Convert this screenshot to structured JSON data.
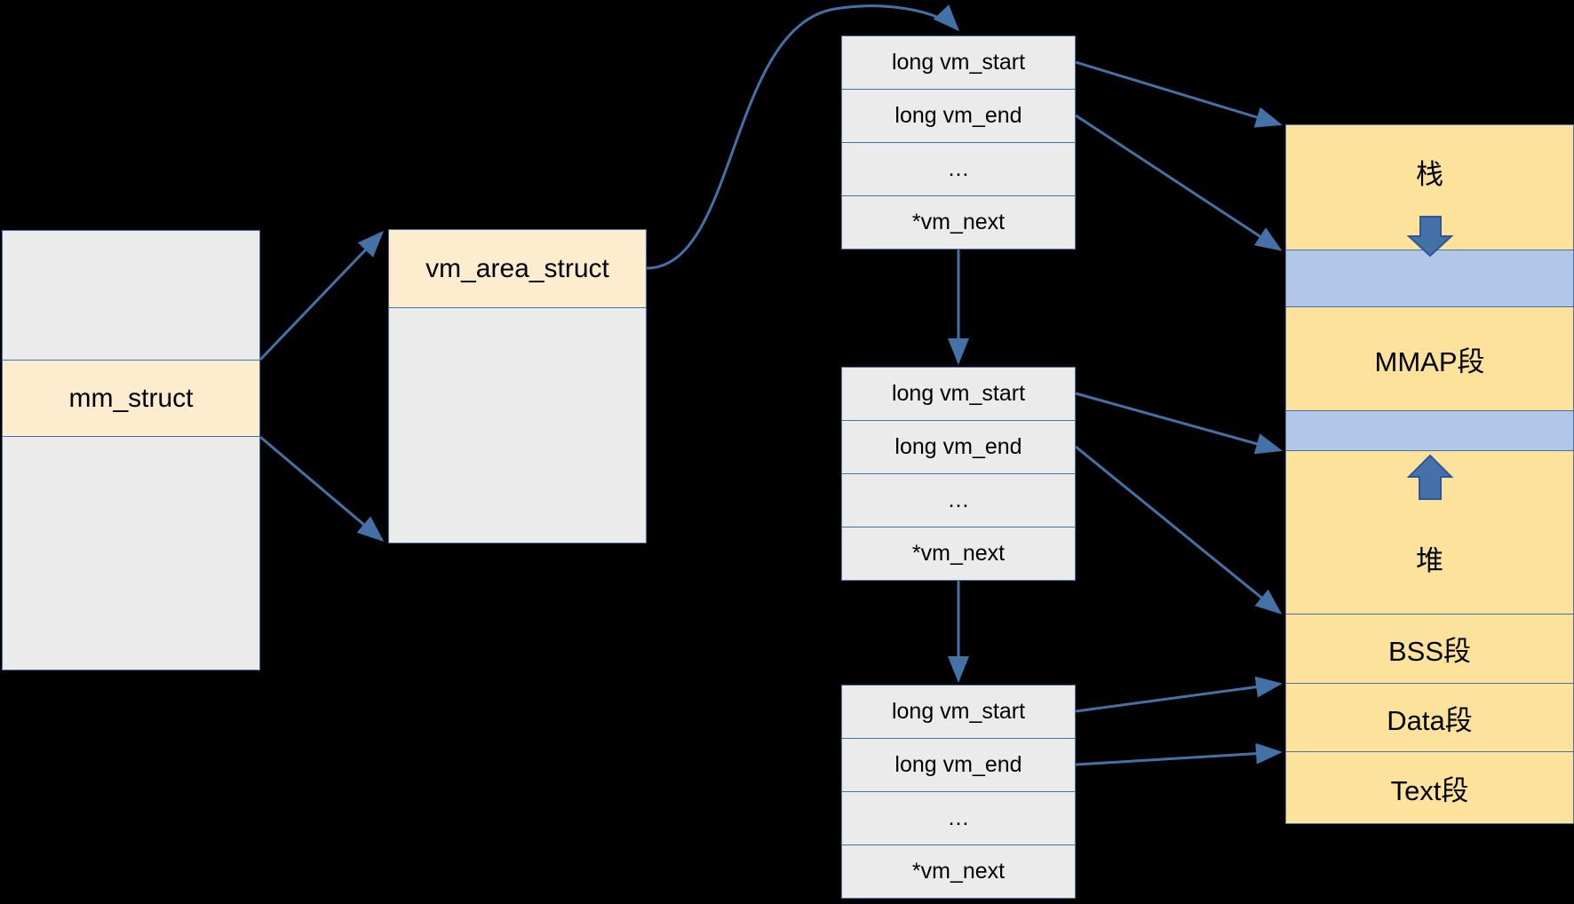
{
  "diagram": {
    "title": "Linux mm_struct / vm_area_struct to process memory layout",
    "colors": {
      "background": "#000000",
      "box_fill": "#ebebeb",
      "highlight_fill": "#fdeccd",
      "memory_fill": "#fde29b",
      "memory_gap_fill": "#b2c7e8",
      "stroke": "#4472a8",
      "text": "#000000"
    }
  },
  "mm_struct": {
    "label": "mm_struct"
  },
  "vm_area_struct": {
    "label": "vm_area_struct"
  },
  "vma_nodes": [
    {
      "id": "vma-1",
      "fields": [
        {
          "name": "vm-start",
          "label": "long vm_start"
        },
        {
          "name": "vm-end",
          "label": "long vm_end"
        },
        {
          "name": "ellipsis",
          "label": "…"
        },
        {
          "name": "vm-next",
          "label": "*vm_next"
        }
      ]
    },
    {
      "id": "vma-2",
      "fields": [
        {
          "name": "vm-start",
          "label": "long vm_start"
        },
        {
          "name": "vm-end",
          "label": "long vm_end"
        },
        {
          "name": "ellipsis",
          "label": "…"
        },
        {
          "name": "vm-next",
          "label": "*vm_next"
        }
      ]
    },
    {
      "id": "vma-3",
      "fields": [
        {
          "name": "vm-start",
          "label": "long vm_start"
        },
        {
          "name": "vm-end",
          "label": "long vm_end"
        },
        {
          "name": "ellipsis",
          "label": "…"
        },
        {
          "name": "vm-next",
          "label": "*vm_next"
        }
      ]
    }
  ],
  "memory_layout": {
    "segments": [
      {
        "name": "stack",
        "label": "栈",
        "kind": "segment",
        "arrow": "down"
      },
      {
        "name": "gap-upper",
        "label": "",
        "kind": "gap",
        "arrow": "none"
      },
      {
        "name": "mmap",
        "label": "MMAP段",
        "kind": "segment",
        "arrow": "none"
      },
      {
        "name": "gap-lower",
        "label": "",
        "kind": "gap",
        "arrow": "none"
      },
      {
        "name": "heap",
        "label": "堆",
        "kind": "segment",
        "arrow": "up"
      },
      {
        "name": "bss",
        "label": "BSS段",
        "kind": "segment",
        "arrow": "none"
      },
      {
        "name": "data",
        "label": "Data段",
        "kind": "segment",
        "arrow": "none"
      },
      {
        "name": "text",
        "label": "Text段",
        "kind": "segment",
        "arrow": "none"
      }
    ]
  }
}
